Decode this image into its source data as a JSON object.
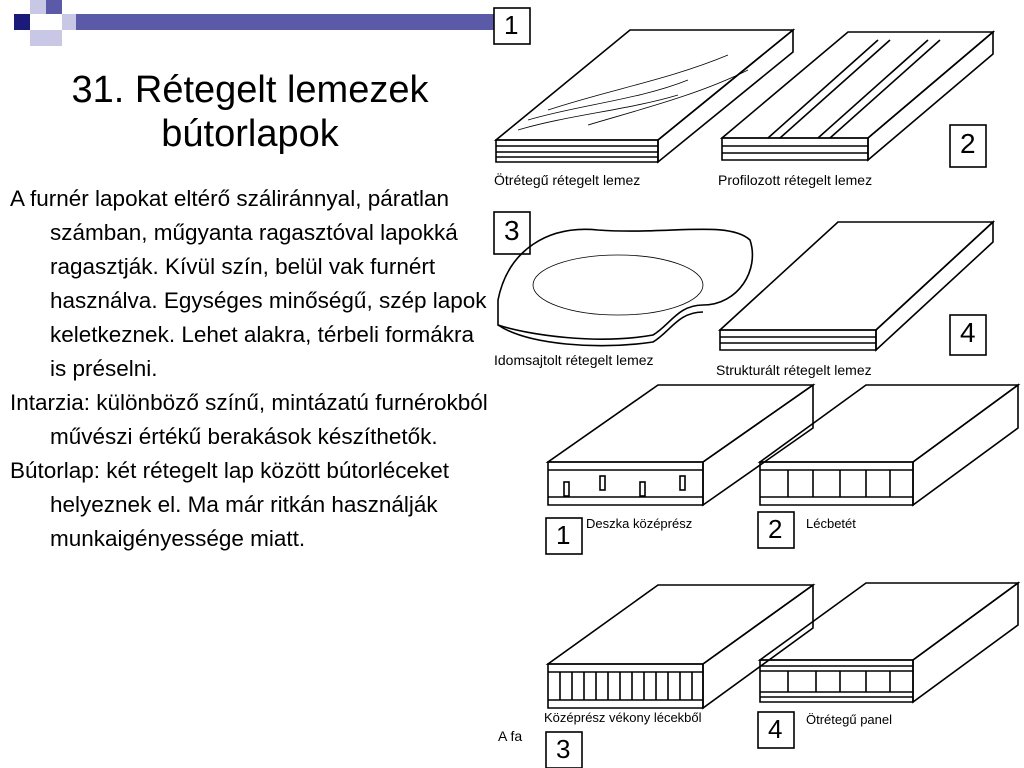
{
  "slide": {
    "title_line1": "31. Rétegelt lemezek",
    "title_line2": "bútorlapok",
    "paragraphs": [
      "A furnér lapokat eltérő száliránnyal, páratlan számban, műgyanta ragasztóval lapokká ragasztják. Kívül szín, belül vak furnért használva. Egységes minőségű, szép lapok keletkeznek. Lehet alakra, térbeli formákra is préselni.",
      "Intarzia: különböző színű, mintázatú furnérokból művészi értékű berakások készíthetők.",
      "Bútorlap: két rétegelt lap között bútorléceket helyeznek el. Ma már ritkán használják munkaigényessége miatt."
    ],
    "footer_text": "A fa"
  },
  "figure": {
    "top_panels": [
      {
        "number": "1",
        "caption": "Ötrétegű rétegelt lemez"
      },
      {
        "number": "2",
        "caption": "Profilozott rétegelt lemez"
      },
      {
        "number": "3",
        "caption": "Idomsajtolt rétegelt lemez"
      },
      {
        "number": "4",
        "caption": "Strukturált rétegelt lemez"
      }
    ],
    "bottom_panels": [
      {
        "number": "1",
        "caption": "Deszka középrész"
      },
      {
        "number": "2",
        "caption": "Lécbetét"
      },
      {
        "number": "3",
        "caption": "Középrész vékony lécekből"
      },
      {
        "number": "4",
        "caption": "Ötrétegű panel"
      }
    ]
  },
  "colors": {
    "deco_dark": "#1a1a7a",
    "deco_mid": "#5a5aa8",
    "deco_light": "#c8c8e6",
    "line": "#000000"
  }
}
